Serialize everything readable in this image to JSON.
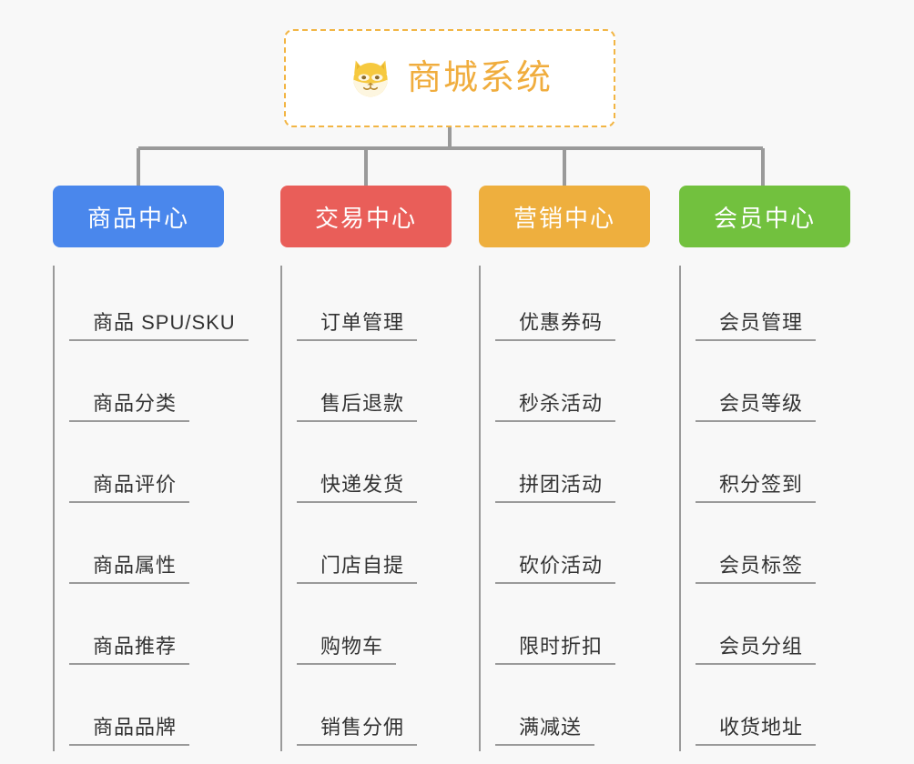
{
  "root": {
    "title": "商城系统",
    "icon": "shiba-dog-face-icon",
    "text_color": "#f0ad3e",
    "border_color": "#f2b544",
    "background": "#ffffff"
  },
  "canvas": {
    "background": "#f8f8f8",
    "line_color": "#9a9a9a"
  },
  "categories": [
    {
      "label": "商品中心",
      "color": "#4a87ec",
      "items": [
        "商品 SPU/SKU",
        "商品分类",
        "商品评价",
        "商品属性",
        "商品推荐",
        "商品品牌"
      ]
    },
    {
      "label": "交易中心",
      "color": "#e95e59",
      "items": [
        "订单管理",
        "售后退款",
        "快递发货",
        "门店自提",
        "购物车",
        "销售分佣"
      ]
    },
    {
      "label": "营销中心",
      "color": "#eeaf3e",
      "items": [
        "优惠券码",
        "秒杀活动",
        "拼团活动",
        "砍价活动",
        "限时折扣",
        "满减送"
      ]
    },
    {
      "label": "会员中心",
      "color": "#72c13e",
      "items": [
        "会员管理",
        "会员等级",
        "积分签到",
        "会员标签",
        "会员分组",
        "收货地址"
      ]
    }
  ]
}
